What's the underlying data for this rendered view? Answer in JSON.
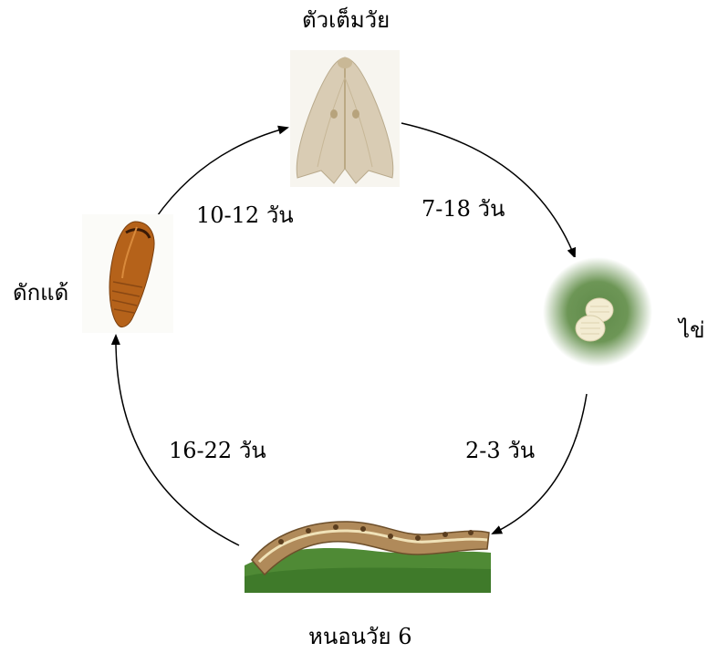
{
  "stages": {
    "adult": "ตัวเต็มวัย",
    "egg": "ไข่",
    "larva": "หนอนวัย 6",
    "pupa": "ดักแด้"
  },
  "durations": {
    "adult_to_egg": "7-18 วัน",
    "egg_to_larva": "2-3 วัน",
    "larva_to_pupa": "16-22 วัน",
    "pupa_to_adult": "10-12 วัน"
  },
  "colors": {
    "arrow": "#000000",
    "moth": "#d9ccb4",
    "egg_bg": "#5f8a4a",
    "egg": "#f3ecd2",
    "pupa": "#b5621a",
    "larva": "#b08a5a",
    "leaf": "#4f8a35"
  }
}
